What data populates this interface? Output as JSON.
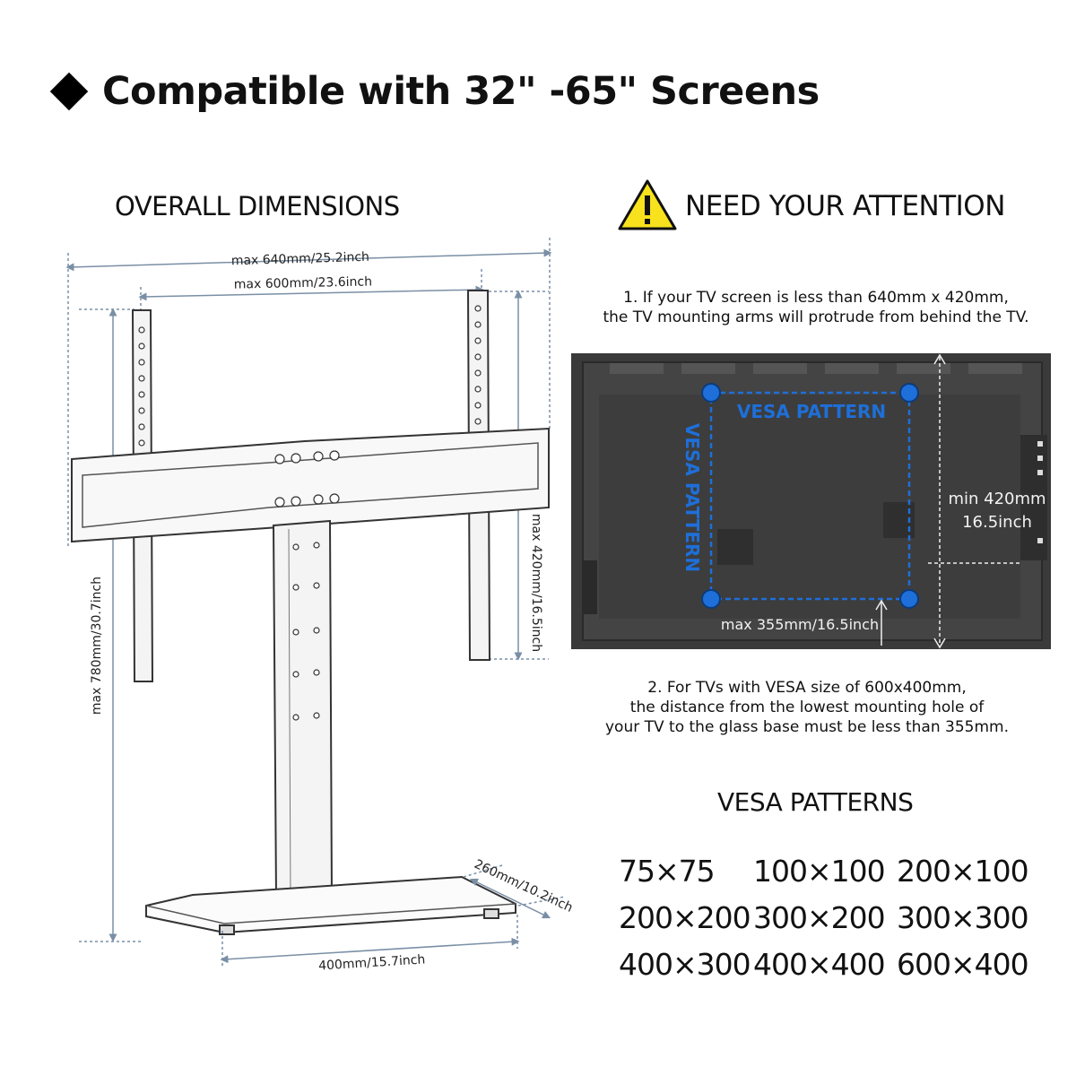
{
  "header": {
    "title": "Compatible with 32\" -65\" Screens"
  },
  "dimensions": {
    "title": "OVERALL DIMENSIONS",
    "max_width": "max 640mm/25.2inch",
    "max_vesa_width": "max 600mm/23.6inch",
    "max_height": "max 780mm/30.7inch",
    "max_vesa_height": "max 420mm/16.5inch",
    "base_width": "400mm/15.7inch",
    "base_depth": "260mm/10.2inch"
  },
  "attention": {
    "title": "NEED YOUR ATTENTION",
    "note1_line1": "1. If your TV screen is less than 640mm x 420mm,",
    "note1_line2": "the TV mounting arms will protrude from behind the TV.",
    "tv_vesa_label": "VESA PATTERN",
    "tv_min_height_mm": "min 420mm",
    "tv_min_height_in": "16.5inch",
    "tv_max_distance": "max 355mm/16.5inch",
    "note2_line1": "2. For TVs with VESA size of 600x400mm,",
    "note2_line2": "the distance from the lowest mounting hole of",
    "note2_line3": "your TV to the glass base must be less than 355mm."
  },
  "vesa": {
    "title": "VESA PATTERNS",
    "patterns": [
      "75×75",
      "100×100",
      "200×100",
      "200×200",
      "300×200",
      "300×300",
      "400×300",
      "400×400",
      "600×400"
    ]
  },
  "colors": {
    "accent": "#1e6fd9",
    "dimension_line": "#7a8fa6",
    "warning_yellow": "#f7e21d"
  }
}
